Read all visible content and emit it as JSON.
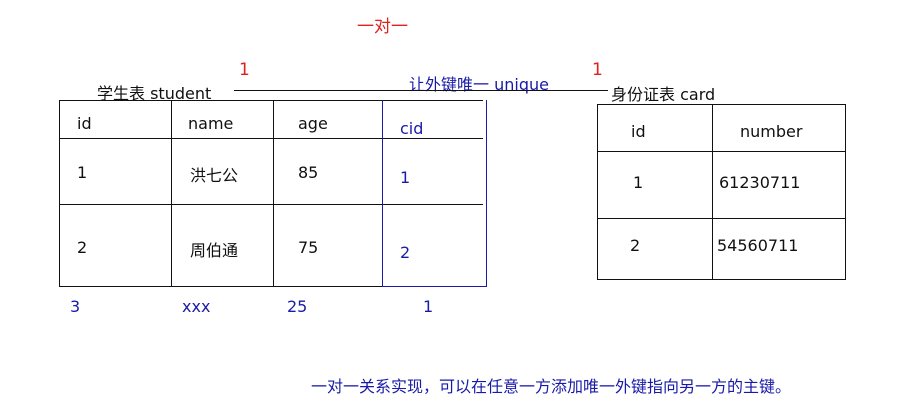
{
  "title": "一对一",
  "connector": {
    "left_cardinality": "1",
    "right_cardinality": "1",
    "label": "让外键唯一 unique"
  },
  "student": {
    "name": "学生表 student",
    "headers": [
      "id",
      "name",
      "age",
      "cid"
    ],
    "rows": [
      [
        "1",
        "洪七公",
        "85",
        "1"
      ],
      [
        "2",
        "周伯通",
        "75",
        "2"
      ]
    ],
    "extra_row": [
      "3",
      "xxx",
      "25",
      "1"
    ]
  },
  "card": {
    "name": "身份证表  card",
    "headers": [
      "id",
      "number"
    ],
    "rows": [
      [
        "1",
        "61230711"
      ],
      [
        "2",
        "54560711"
      ]
    ]
  },
  "note": "一对一关系实现，可以在任意一方添加唯一外键指向另一方的主键。",
  "colors": {
    "red": "#e0201e",
    "blue": "#1a1aa8",
    "line": "#111111"
  }
}
